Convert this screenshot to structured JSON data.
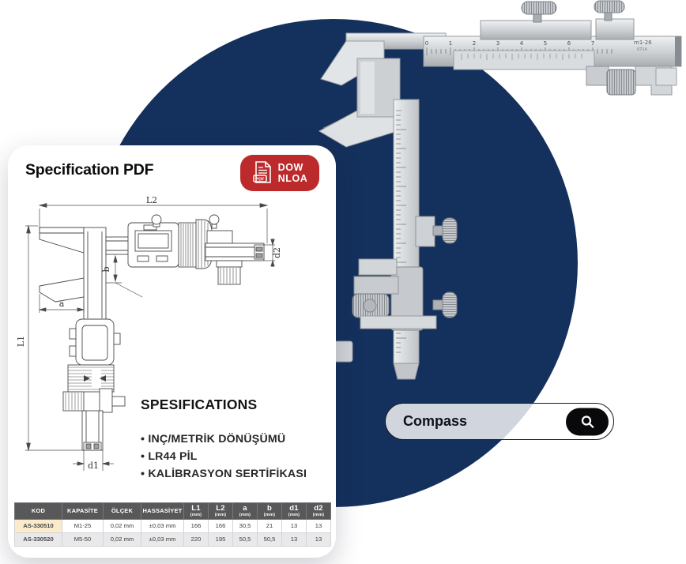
{
  "colors": {
    "navy": "#14305c",
    "button_red": "#bd2a2c",
    "table_header_gray": "#58585a",
    "kod_cell_cream": "#faeccb",
    "alt_row_gray": "#e9e9eb"
  },
  "card": {
    "title": "Specification PDF",
    "download": {
      "line1": "DOW",
      "line2": "NLOA",
      "icon_label": "PDF"
    },
    "drawing": {
      "labels": {
        "l1": "L1",
        "l2": "L2",
        "a": "a",
        "b": "b",
        "d1": "d1",
        "d2": "d2"
      }
    },
    "specs": {
      "heading": "SPESIFICATIONS",
      "items": [
        "INÇ/METRİK DÖNÜŞÜMÜ",
        "LR44 PİL",
        "KALİBRASYON SERTİFİKASI"
      ]
    },
    "table": {
      "headers": [
        {
          "label": "KOD",
          "sub": ""
        },
        {
          "label": "KAPASİTE",
          "sub": ""
        },
        {
          "label": "ÖLÇEK",
          "sub": ""
        },
        {
          "label": "HASSASİYET",
          "sub": ""
        },
        {
          "label": "L1",
          "sub": "(mm)"
        },
        {
          "label": "L2",
          "sub": "(mm)"
        },
        {
          "label": "a",
          "sub": "(mm)"
        },
        {
          "label": "b",
          "sub": "(mm)"
        },
        {
          "label": "d1",
          "sub": "(mm)"
        },
        {
          "label": "d2",
          "sub": "(mm)"
        }
      ],
      "rows": [
        [
          "AS-330510",
          "M1-25",
          "0,02 mm",
          "±0,03 mm",
          "166",
          "166",
          "30,5",
          "21",
          "13",
          "13"
        ],
        [
          "AS-330520",
          "M5-50",
          "0,02 mm",
          "±0,03 mm",
          "220",
          "195",
          "50,5",
          "50,5",
          "13",
          "13"
        ]
      ]
    }
  },
  "photo": {
    "scale_numbers": [
      "0",
      "1",
      "2",
      "3",
      "4",
      "5",
      "6",
      "7"
    ],
    "marking_top": "m1-26",
    "marking_bottom": "0714"
  },
  "search": {
    "value": "Compass"
  }
}
